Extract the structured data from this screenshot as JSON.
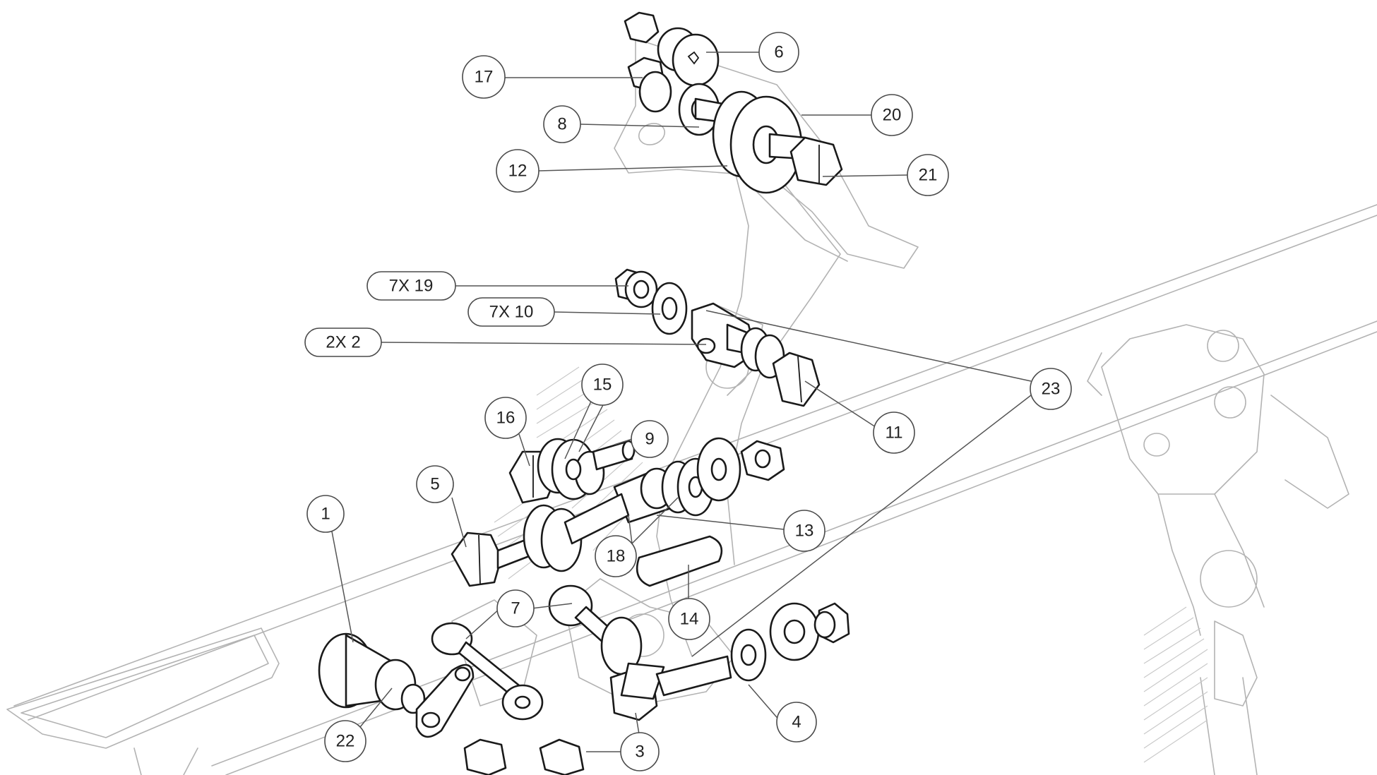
{
  "callouts": [
    {
      "id": "c6",
      "label": "6"
    },
    {
      "id": "c17",
      "label": "17"
    },
    {
      "id": "c20",
      "label": "20"
    },
    {
      "id": "c8",
      "label": "8"
    },
    {
      "id": "c12",
      "label": "12"
    },
    {
      "id": "c21",
      "label": "21"
    },
    {
      "id": "c7x19",
      "label": "7X 19"
    },
    {
      "id": "c7x10",
      "label": "7X 10"
    },
    {
      "id": "c2x2",
      "label": "2X 2"
    },
    {
      "id": "c23",
      "label": "23"
    },
    {
      "id": "c15",
      "label": "15"
    },
    {
      "id": "c11",
      "label": "11"
    },
    {
      "id": "c16",
      "label": "16"
    },
    {
      "id": "c9",
      "label": "9"
    },
    {
      "id": "c5",
      "label": "5"
    },
    {
      "id": "c1",
      "label": "1"
    },
    {
      "id": "c13",
      "label": "13"
    },
    {
      "id": "c18",
      "label": "18"
    },
    {
      "id": "c7",
      "label": "7"
    },
    {
      "id": "c14",
      "label": "14"
    },
    {
      "id": "c22",
      "label": "22"
    },
    {
      "id": "c4",
      "label": "4"
    },
    {
      "id": "c3",
      "label": "3"
    }
  ]
}
